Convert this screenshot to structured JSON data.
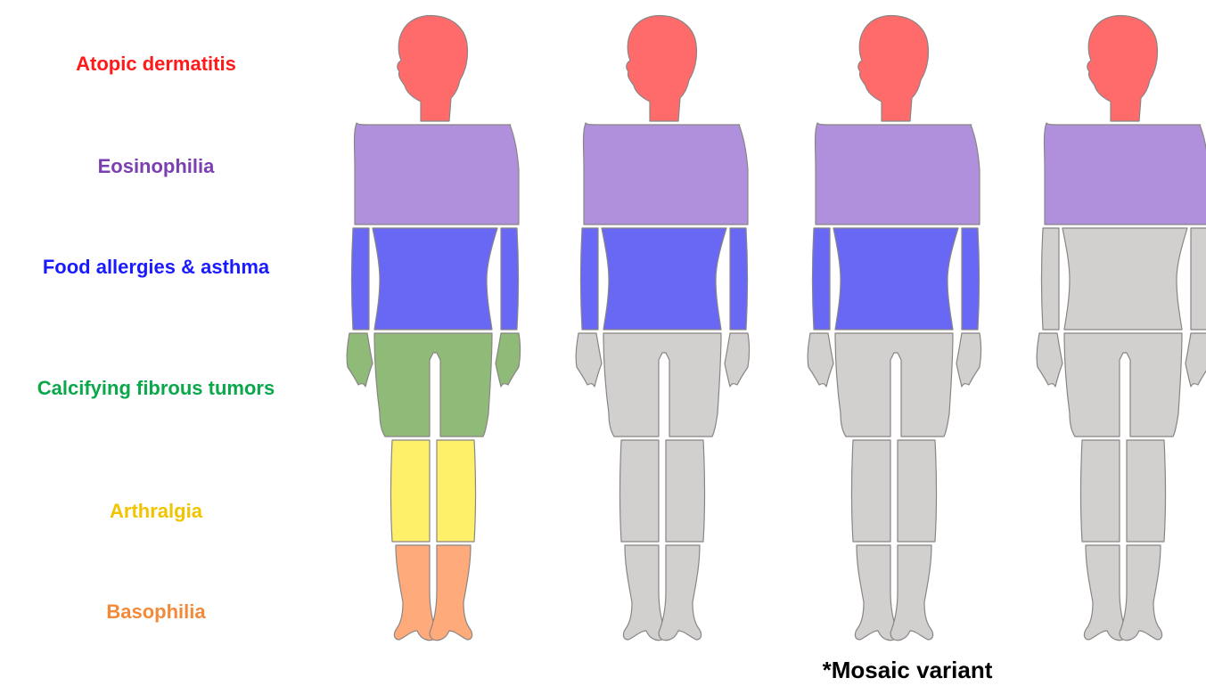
{
  "regions": [
    {
      "key": "head",
      "label": "Atopic dermatitis",
      "label_color": "#ff1a1a",
      "fill": "#ff6b6b"
    },
    {
      "key": "shoulders",
      "label": "Eosinophilia",
      "label_color": "#7a3fb0",
      "fill": "#b090dc"
    },
    {
      "key": "torso",
      "label": "Food allergies & asthma",
      "label_color": "#1a1aff",
      "fill": "#6868f5"
    },
    {
      "key": "hips",
      "label": "Calcifying fibrous tumors",
      "label_color": "#0aa84a",
      "fill": "#8fba78"
    },
    {
      "key": "thighs",
      "label": "Arthralgia",
      "label_color": "#f2c400",
      "fill": "#fff06a"
    },
    {
      "key": "shins",
      "label": "Basophilia",
      "label_color": "#f28a3a",
      "fill": "#ffaa7a"
    }
  ],
  "unaffected_color": "#d2cfcf",
  "outline_color": "#8a8585",
  "figures": [
    {
      "name": "figure-1",
      "affected": [
        "head",
        "shoulders",
        "torso",
        "hips",
        "thighs",
        "shins"
      ]
    },
    {
      "name": "figure-2",
      "affected": [
        "head",
        "shoulders",
        "torso"
      ]
    },
    {
      "name": "figure-3",
      "affected": [
        "head",
        "shoulders",
        "torso"
      ]
    },
    {
      "name": "figure-4",
      "affected": [
        "head",
        "shoulders"
      ]
    }
  ],
  "footnote": "*Mosaic variant"
}
